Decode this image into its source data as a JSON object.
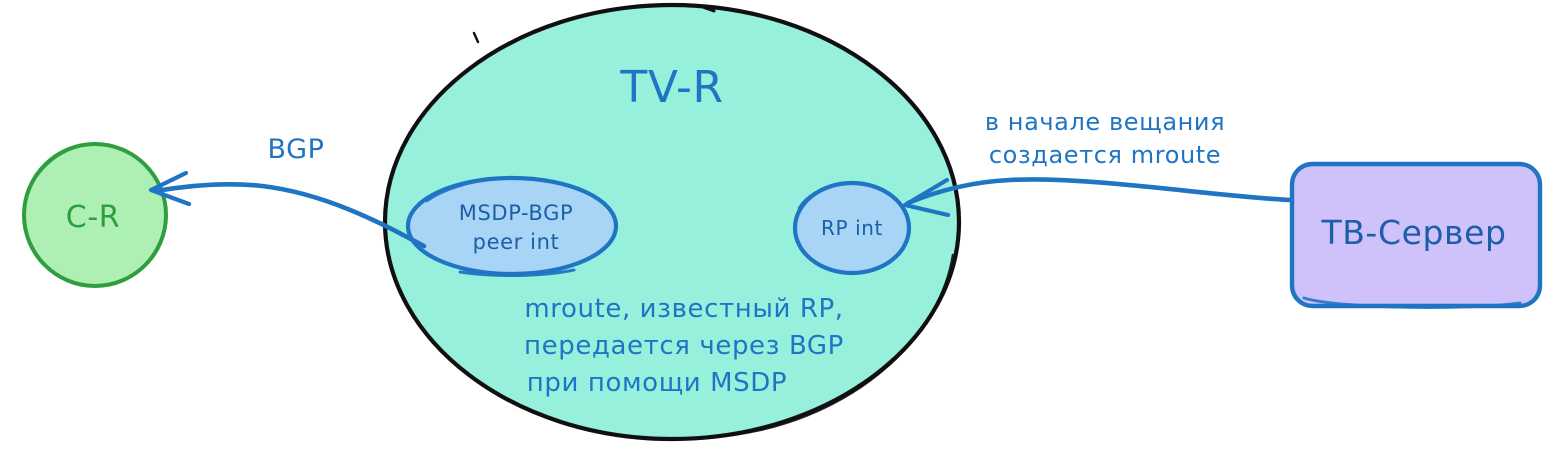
{
  "diagram": {
    "title_visible": false,
    "background": "#ffffff",
    "colors": {
      "mint_fill": "#96F0DB",
      "mint_stroke": "#101010",
      "light_blue_fill": "#A8D5F5",
      "blue_stroke": "#1F75C4",
      "blue_text": "#1F75C4",
      "dark_blue_text": "#1A5FA8",
      "green_fill": "#AEEFB4",
      "green_stroke": "#2E9E3E",
      "green_text": "#2E9E3E",
      "lavender_fill": "#CFC2FA",
      "arrow_color": "#1F75C4"
    },
    "nodes": [
      {
        "id": "c-r",
        "label": "C-R",
        "shape": "circle",
        "fill": "#AEEFB4",
        "stroke": "#2E9E3E",
        "text_color": "#2E9E3E"
      },
      {
        "id": "tv-r",
        "label": "TV-R",
        "shape": "ellipse",
        "fill": "#96F0DB",
        "stroke": "#101010",
        "text_color": "#1F75C4"
      },
      {
        "id": "msdp-bgp-peer-int",
        "label_line1": "MSDP-BGP",
        "label_line2": "peer int",
        "shape": "ellipse",
        "fill": "#A8D5F5",
        "stroke": "#1F75C4",
        "text_color": "#1A5FA8"
      },
      {
        "id": "rp-int",
        "label": "RP int",
        "shape": "ellipse",
        "fill": "#A8D5F5",
        "stroke": "#1F75C4",
        "text_color": "#1A5FA8"
      },
      {
        "id": "tv-server",
        "label": "ТВ-Сервер",
        "shape": "rounded-rect",
        "fill": "#CFC2FA",
        "stroke": "#1F75C4",
        "text_color": "#1A5FA8"
      }
    ],
    "edges": [
      {
        "id": "edge-bgp",
        "label": "BGP",
        "from": "msdp-bgp-peer-int",
        "to": "c-r",
        "arrowhead": "open-v",
        "color": "#1F75C4"
      },
      {
        "id": "edge-mroute",
        "label_line1": "в начале вещания",
        "label_line2": "создается mroute",
        "from": "tv-server",
        "to": "rp-int",
        "arrowhead": "open-v",
        "color": "#1F75C4"
      }
    ],
    "annotations": [
      {
        "id": "inner-note",
        "line1": "mroute, известный RP,",
        "line2": "передается через BGP",
        "line3": "при помощи MSDP",
        "color": "#1F75C4",
        "inside": "tv-r"
      }
    ]
  }
}
